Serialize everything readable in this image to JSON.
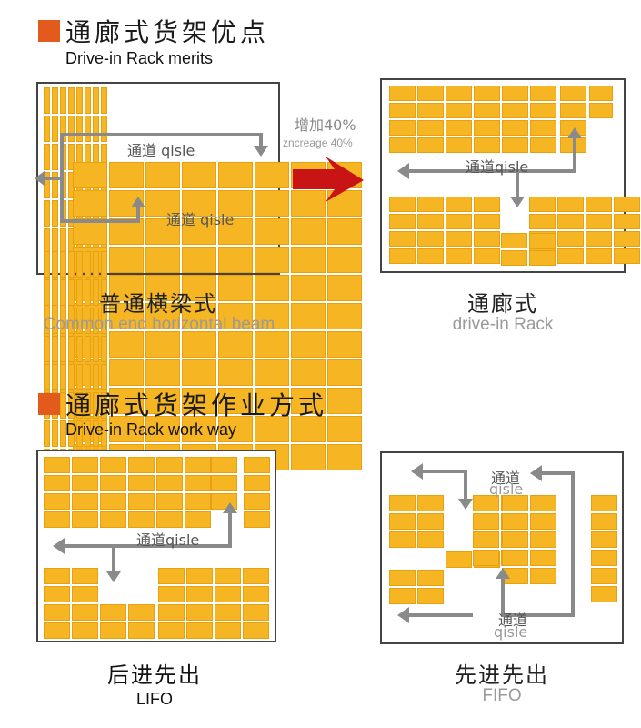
{
  "section1": {
    "title_cn": "通廊式货架优点",
    "title_en": "Drive-in Rack merits"
  },
  "increase": {
    "cn": "增加40%",
    "en": "zncreage 40%"
  },
  "panel_common": {
    "aisle_top": "通道 qisle",
    "aisle_bottom": "通道 qisle",
    "caption_cn": "普通横梁式",
    "caption_en": "Common end horizontal beam"
  },
  "panel_drivein": {
    "aisle": "通道qisle",
    "caption_cn": "通廊式",
    "caption_en": "drive-in Rack"
  },
  "section2": {
    "title_cn": "通廊式货架作业方式",
    "title_en": "Drive-in Rack work way"
  },
  "panel_lifo": {
    "aisle": "通道qisle",
    "caption_cn": "后进先出",
    "caption_en": "LIFO"
  },
  "panel_fifo": {
    "aisle_top_cn": "通道",
    "aisle_top_en": "qisle",
    "aisle_bottom_cn": "通道",
    "aisle_bottom_en": "qisle",
    "caption_cn": "先进先出",
    "caption_en": "FIFO"
  },
  "colors": {
    "pallet": "#f6b624",
    "pallet_border": "#e8a010",
    "accent_square": "#e25a1c",
    "arrow_gray": "#8a8a8a",
    "arrow_red": "#c81414"
  }
}
